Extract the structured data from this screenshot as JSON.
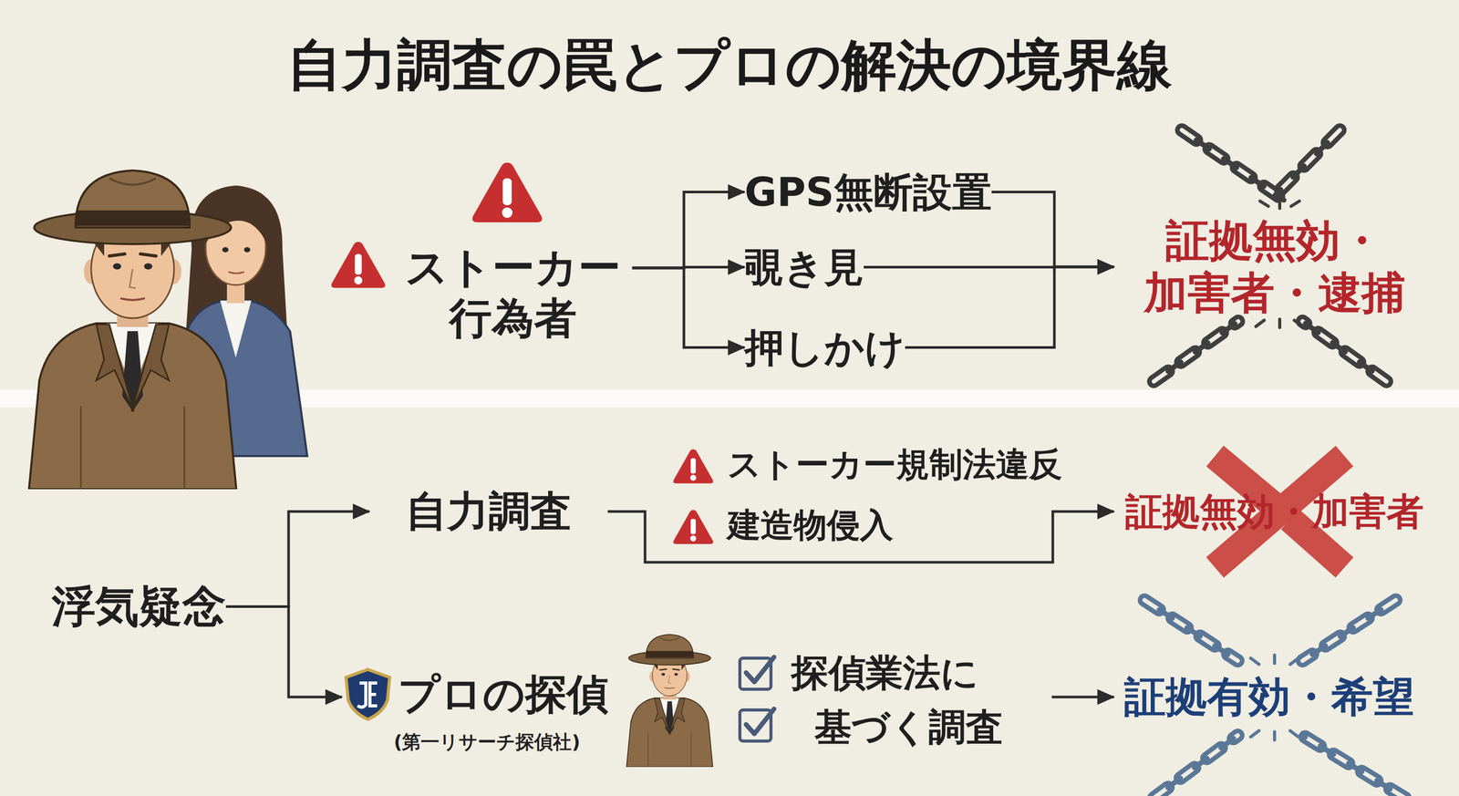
{
  "diagram": {
    "title": "自力調査の罠とプロの解決の境界線",
    "nodes": [
      {
        "text": [
          "ストーカー 行為者"
        ]
      },
      {
        "text": [
          "GPS無断設置"
        ]
      },
      {
        "text": [
          "覗き見"
        ]
      },
      {
        "text": [
          "押しかけ"
        ]
      },
      {
        "text": [
          "証拠無効・ 加害者・逮捕"
        ]
      },
      {
        "text": [
          "浮気疑念"
        ]
      },
      {
        "text": [
          "自力調査"
        ]
      },
      {
        "text": [
          "証拠無効・加害者"
        ]
      },
      {
        "text": [
          "プロの探偵",
          "(第一リサーチ探偵社)",
          "探偵業法に",
          "基づく調査"
        ]
      },
      {
        "text": [
          "証拠有効・希望"
        ]
      }
    ],
    "edges": [
      {
        "from": 0,
        "to": 1,
        "arrow": "to"
      },
      {
        "from": 0,
        "to": 2,
        "arrow": "to"
      },
      {
        "from": 0,
        "to": 3,
        "arrow": "to"
      },
      {
        "from": 1,
        "to": 4,
        "arrow": "to"
      },
      {
        "from": 2,
        "to": 4,
        "arrow": "to"
      },
      {
        "from": 3,
        "to": 4,
        "arrow": "to"
      },
      {
        "from": 5,
        "to": 6,
        "arrow": "to"
      },
      {
        "from": 5,
        "to": 8,
        "arrow": "to"
      },
      {
        "from": 6,
        "to": 7,
        "arrow": "to"
      },
      {
        "from": 8,
        "to": 9,
        "arrow": "to"
      }
    ],
    "labels": [
      "ストーカー規制法違反",
      "建造物侵入"
    ]
  }
}
